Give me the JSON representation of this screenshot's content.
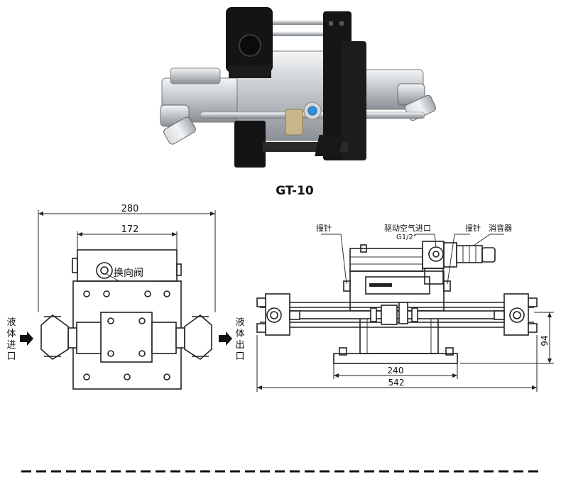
{
  "title": "GT-10",
  "front_view": {
    "dim_overall": "280",
    "dim_inner": "172",
    "valve_label": "换向阀",
    "inlet_label": [
      "液",
      "体",
      "进",
      "口"
    ],
    "outlet_label": [
      "液",
      "体",
      "出",
      "口"
    ]
  },
  "side_view": {
    "label_pin_left": "撞针",
    "label_air_inlet": "驱动空气进口",
    "label_thread": "G1/2\"",
    "label_pin_right": "撞针",
    "label_muffler": "消音器",
    "dim_height": "94",
    "dim_base": "240",
    "dim_overall": "542"
  },
  "colors": {
    "frame": "#111111",
    "steel": "#bfc4c8",
    "fitting": "#cfd3d6",
    "port": "#2f8fe0"
  }
}
